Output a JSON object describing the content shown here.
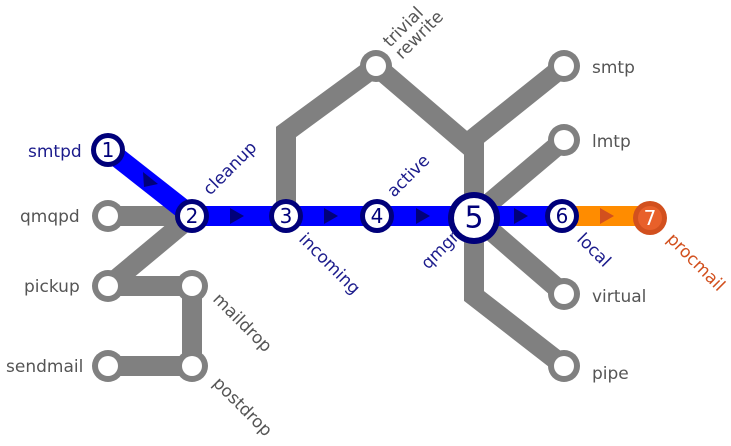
{
  "stations": {
    "s1": {
      "number": "1",
      "label": "smtpd"
    },
    "s2": {
      "number": "2",
      "label": "cleanup"
    },
    "s3": {
      "number": "3",
      "label": "incoming"
    },
    "s4": {
      "number": "4",
      "label": "active"
    },
    "s5": {
      "number": "5",
      "label": "qmgr"
    },
    "s6": {
      "number": "6",
      "label": "local"
    },
    "s7": {
      "number": "7",
      "label": "procmail"
    }
  },
  "side_stations": {
    "qmqpd": "qmqpd",
    "pickup": "pickup",
    "sendmail": "sendmail",
    "maildrop": "maildrop",
    "postdrop": "postdrop",
    "trivial_rewrite_line1": "trivial",
    "trivial_rewrite_line2": "rewrite",
    "smtp": "smtp",
    "lmtp": "lmtp",
    "virtual": "virtual",
    "pipe": "pipe"
  },
  "colors": {
    "main_route": "#0000ff",
    "station_ring": "#00007a",
    "inactive_track": "#808080",
    "delivery_route": "#ff8c00",
    "delivery_station": "#d2501e"
  }
}
